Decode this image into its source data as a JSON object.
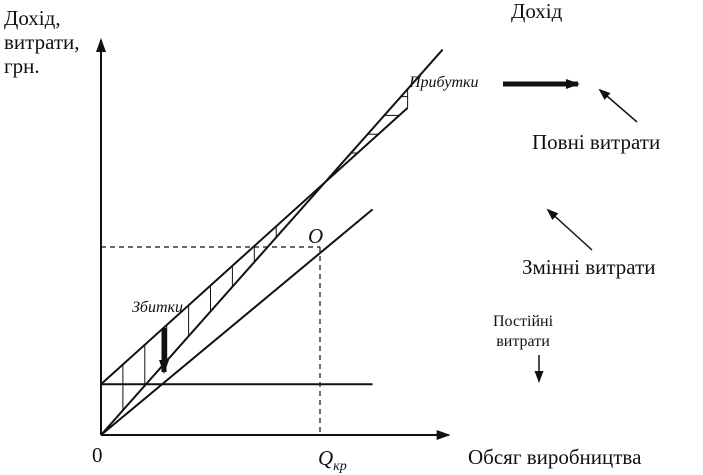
{
  "chart_data": {
    "type": "line",
    "title": "",
    "ylabel_lines": [
      "Дохід,",
      "витрати,",
      "грн."
    ],
    "xlabel": "Обсяг виробництва",
    "origin_label": "0",
    "q_label": "Q",
    "q_subscript": "кр",
    "point_label": "O",
    "xlim": [
      0,
      1.56
    ],
    "ylim": [
      0,
      2.08
    ],
    "breakeven": {
      "x": 1.0,
      "y": 1.0
    },
    "series": [
      {
        "name": "Дохід",
        "x": [
          0,
          1.56
        ],
        "y": [
          0,
          2.05
        ]
      },
      {
        "name": "Повні витрати",
        "x": [
          0,
          1.4
        ],
        "y": [
          0.27,
          1.74
        ]
      },
      {
        "name": "Змінні витрати",
        "x": [
          0,
          1.24
        ],
        "y": [
          0,
          1.2
        ]
      },
      {
        "name_lines": [
          "Постійні",
          "витрати"
        ],
        "x": [
          0,
          1.24
        ],
        "y": [
          0.27,
          0.27
        ]
      }
    ],
    "annotations": {
      "loss": "Збитки",
      "profit": "Прибутки"
    }
  }
}
